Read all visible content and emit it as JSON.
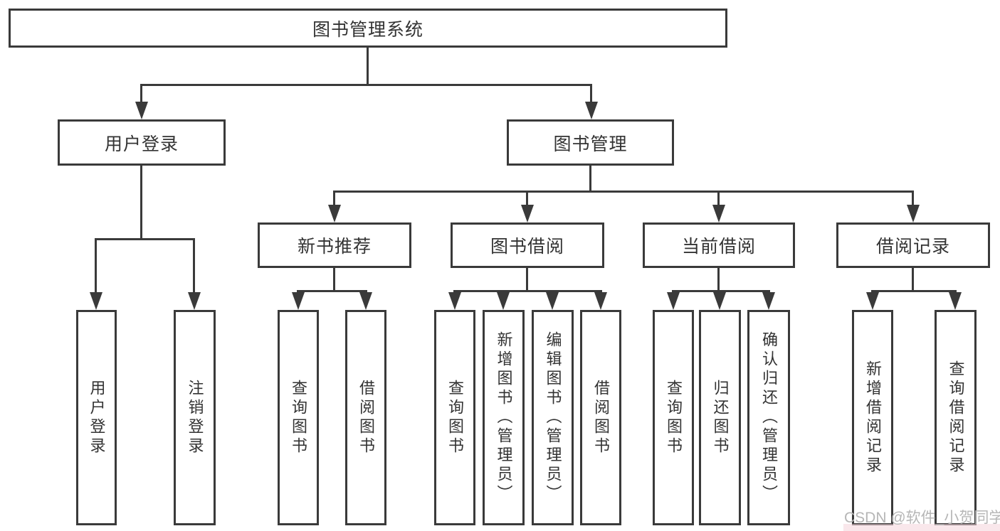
{
  "tree": {
    "label": "图书管理系统",
    "children": [
      {
        "label": "用户登录",
        "children": [
          {
            "label": "用户登录"
          },
          {
            "label": "注销登录"
          }
        ]
      },
      {
        "label": "图书管理",
        "children": [
          {
            "label": "新书推荐",
            "children": [
              {
                "label": "查询图书"
              },
              {
                "label": "借阅图书"
              }
            ]
          },
          {
            "label": "图书借阅",
            "children": [
              {
                "label": "查询图书"
              },
              {
                "label": "新增图书（管理员）"
              },
              {
                "label": "编辑图书（管理员）"
              },
              {
                "label": "借阅图书"
              }
            ]
          },
          {
            "label": "当前借阅",
            "children": [
              {
                "label": "查询图书"
              },
              {
                "label": "归还图书"
              },
              {
                "label": "确认归还（管理员）"
              }
            ]
          },
          {
            "label": "借阅记录",
            "children": [
              {
                "label": "新增借阅记录"
              },
              {
                "label": "查询借阅记录"
              }
            ]
          }
        ]
      }
    ]
  },
  "watermark": {
    "text": "CSDN @软件_小贺同学"
  },
  "colors": {
    "background": "#ffffff",
    "line": "#3a3a3a",
    "text": "#333333",
    "watermark": "#b6b6b6"
  }
}
